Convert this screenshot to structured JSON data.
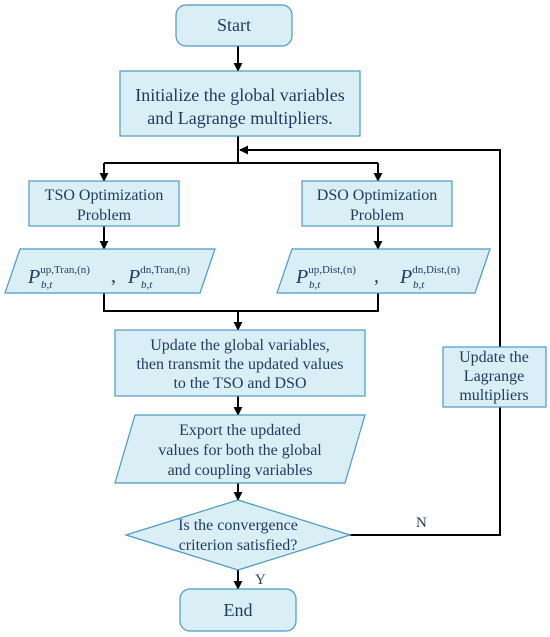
{
  "start": "Start",
  "init": [
    "Initialize the global variables",
    "and Lagrange multipliers."
  ],
  "tso": [
    "TSO Optimization",
    "Problem"
  ],
  "dso": [
    "DSO Optimization",
    "Problem"
  ],
  "tso_out": {
    "p1": {
      "base": "P",
      "sup": "up,Tran,(n)",
      "sub": "b,t"
    },
    "sep": ",",
    "p2": {
      "base": "P",
      "sup": "dn,Tran,(n)",
      "sub": "b,t"
    }
  },
  "dso_out": {
    "p1": {
      "base": "P",
      "sup": "up,Dist,(n)",
      "sub": "b,t"
    },
    "sep": ",",
    "p2": {
      "base": "P",
      "sup": "dn,Dist,(n)",
      "sub": "b,t"
    }
  },
  "update_global": [
    "Update the global variables,",
    "then transmit the updated values",
    "to the TSO and DSO"
  ],
  "export": [
    "Export the updated",
    "values for both the global",
    "and coupling variables"
  ],
  "decision": [
    "Is the convergence",
    "criterion satisfied?"
  ],
  "no_label": "N",
  "yes_label": "Y",
  "update_lagrange": [
    "Update the",
    "Lagrange",
    "multipliers"
  ],
  "end": "End",
  "colors": {
    "fill": "#daeef6",
    "stroke": "#4a9bc3",
    "text": "#1f3a5f",
    "line": "#000000"
  }
}
